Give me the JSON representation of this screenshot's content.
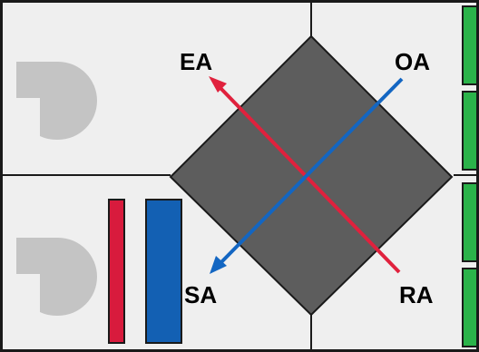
{
  "labels": {
    "ea": "EA",
    "oa": "OA",
    "sa": "SA",
    "ra": "RA"
  },
  "colors": {
    "panel": "#efefef",
    "outline": "#1a1a1a",
    "fan": "#c4c4c4",
    "exchanger_core": "#5d5d5d",
    "heating_coil": "#d81b3d",
    "cooling_coil": "#1360b3",
    "filter": "#2bb34a",
    "exhaust_flow": "#e0213d",
    "supply_flow": "#1366c2",
    "text": "#000000"
  },
  "icons": {
    "upper_fan": "fan-icon",
    "lower_fan": "fan-icon",
    "filters": "filter-icon"
  }
}
